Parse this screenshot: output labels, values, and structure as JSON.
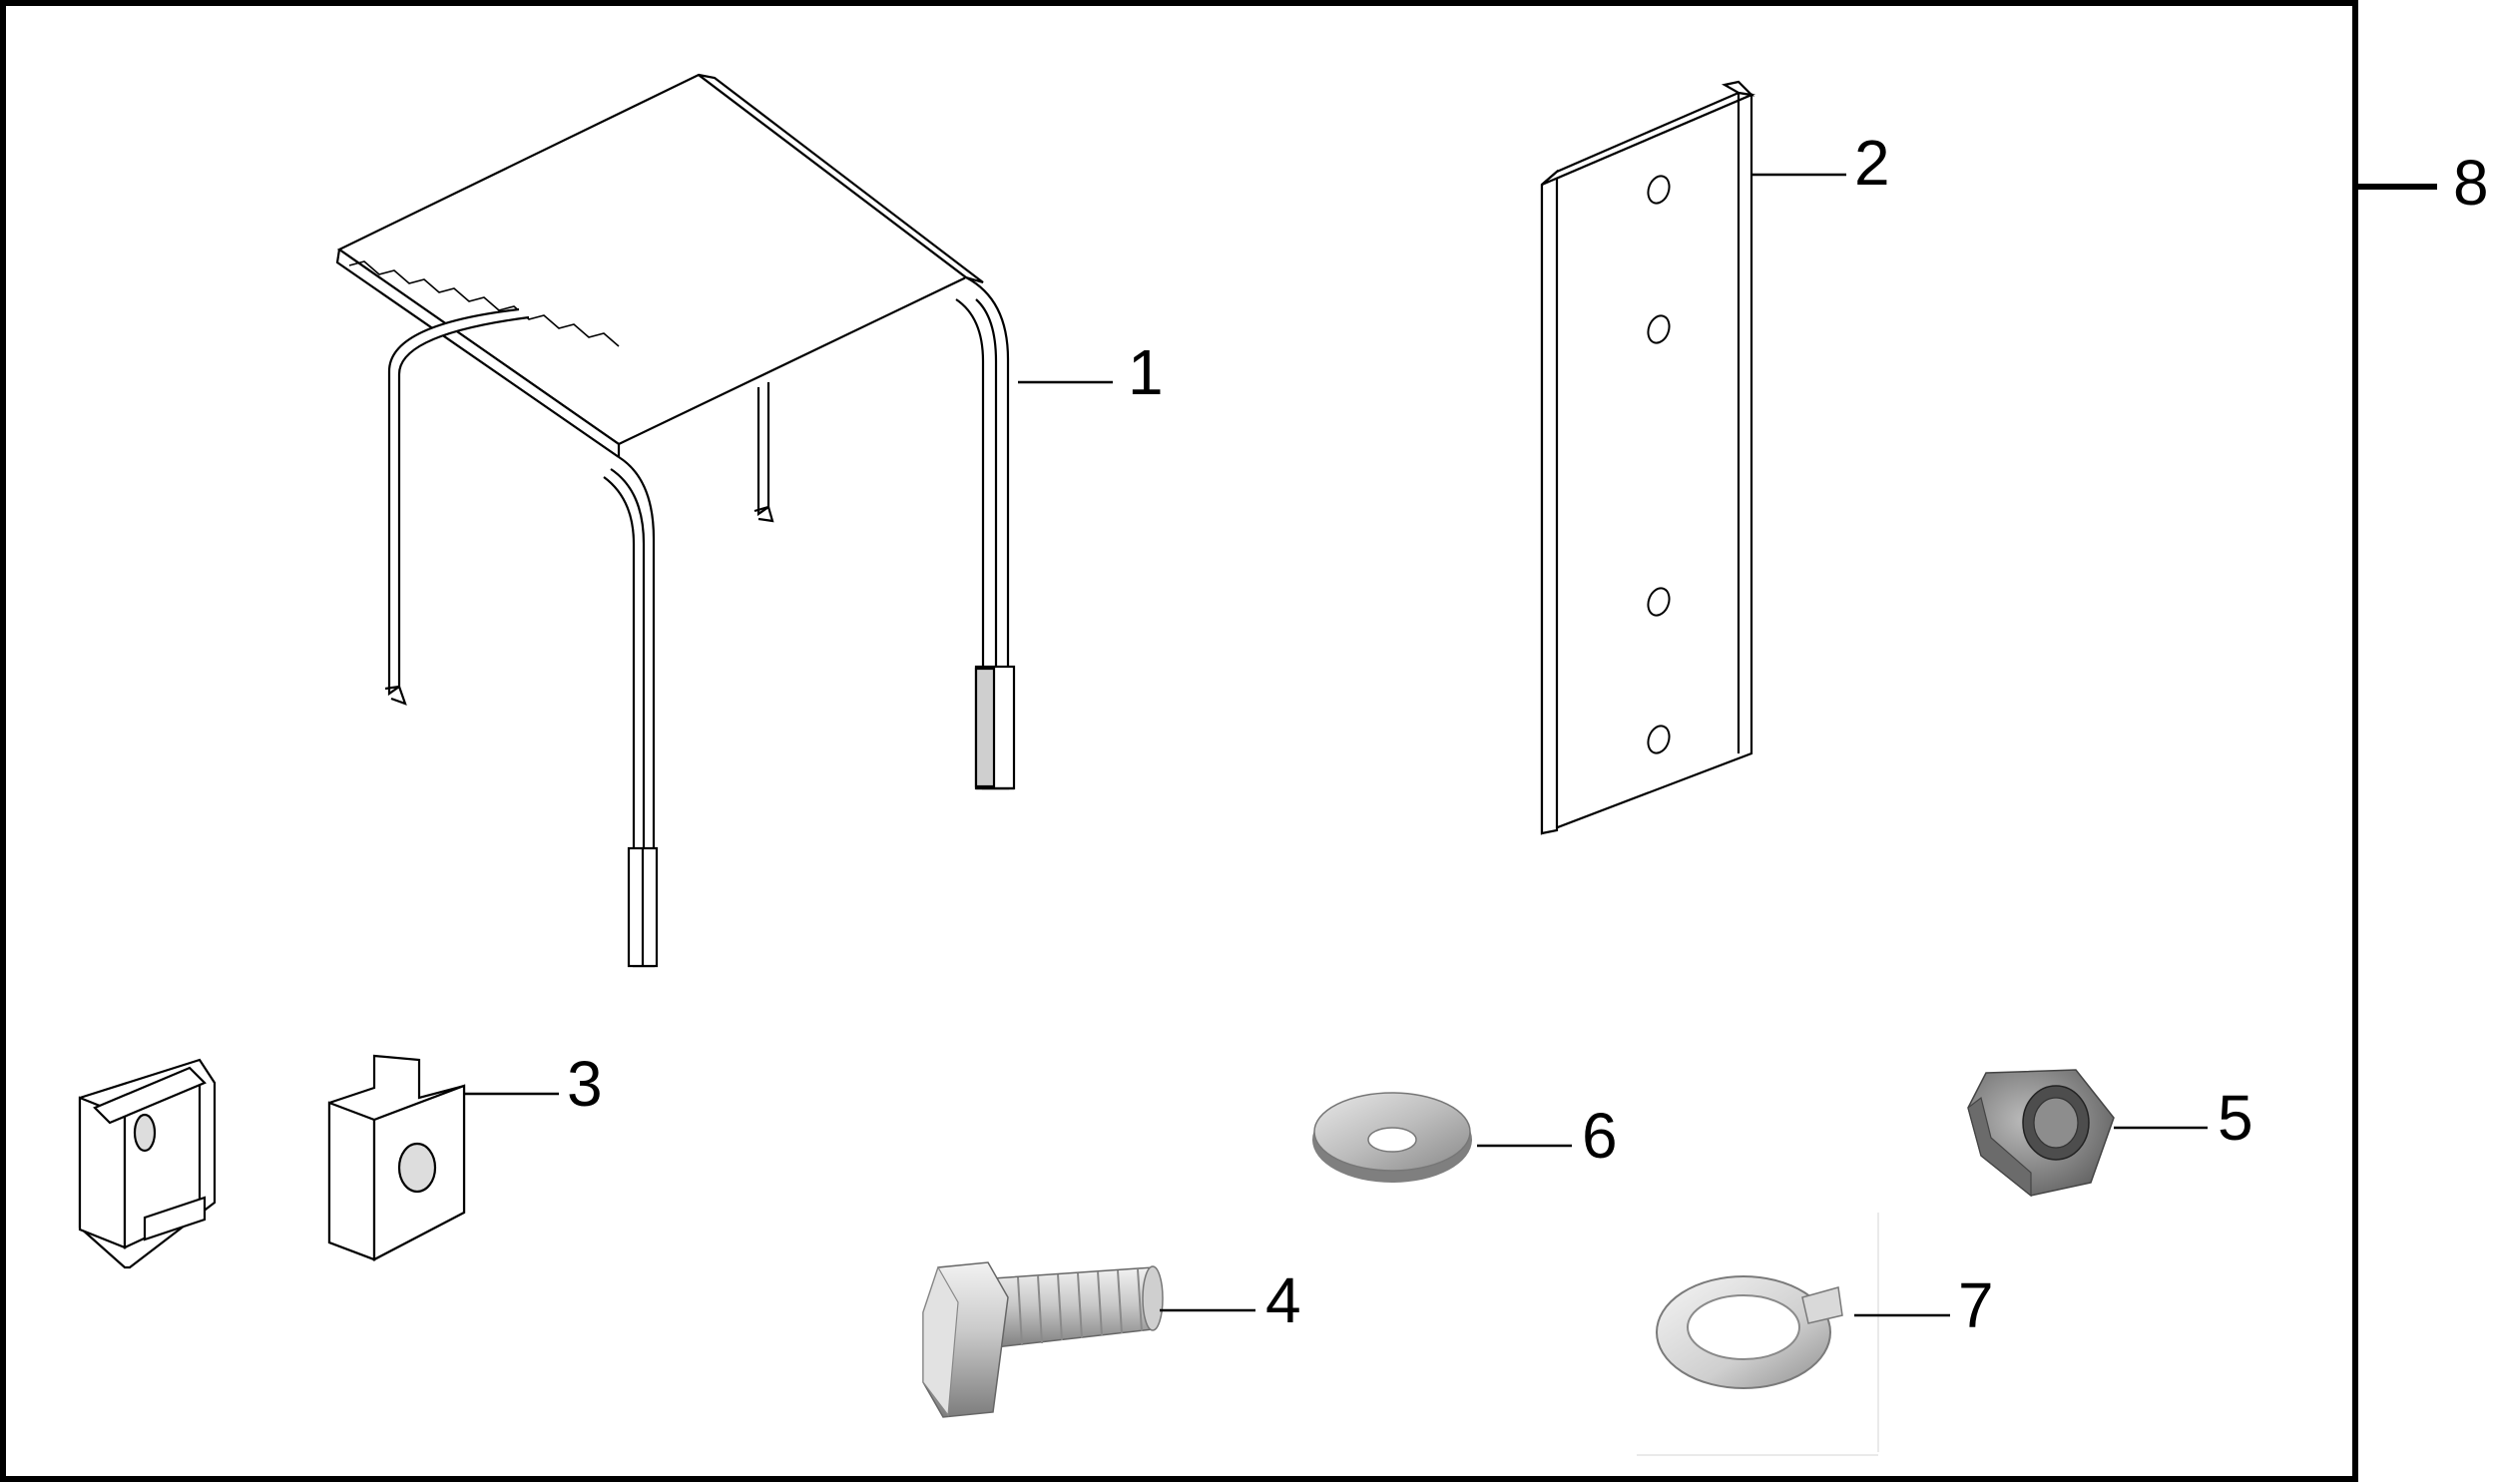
{
  "diagram": {
    "callouts": {
      "c1": "1",
      "c2": "2",
      "c3": "3",
      "c4": "4",
      "c5": "5",
      "c6": "6",
      "c7": "7",
      "c8": "8"
    },
    "colors": {
      "line": "#000000",
      "part_fill": "#ffffff",
      "metal_light": "#e6e6e6",
      "metal_mid": "#b3b3b3",
      "metal_dark": "#6e6e6e"
    }
  }
}
